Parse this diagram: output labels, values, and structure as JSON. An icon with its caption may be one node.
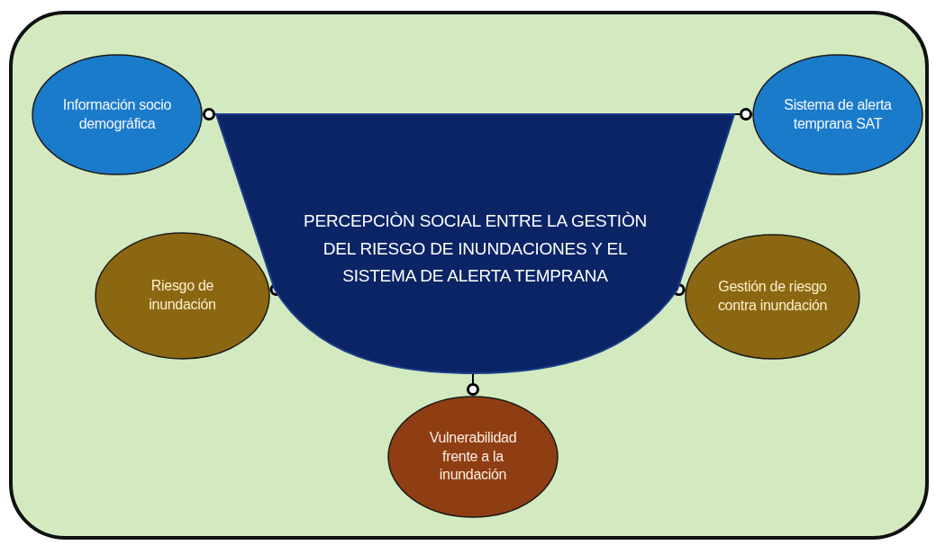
{
  "diagram": {
    "nodes": [
      {
        "text": [
          "PERCEPCIÒN SOCIAL ENTRE LA GESTIÒN DEL RIESGO DE INUNDACIONES Y EL SISTEMA DE ALERTA TEMPRANA"
        ]
      },
      {
        "text": [
          "Información socio demográfica"
        ]
      },
      {
        "text": [
          "Sistema de alerta temprana SAT"
        ]
      },
      {
        "text": [
          "Riesgo de inundación"
        ]
      },
      {
        "text": [
          "Gestión de riesgo contra inundación"
        ]
      },
      {
        "text": [
          "Vulnerabilidad frente a la inundación"
        ]
      }
    ],
    "edges": [
      {
        "from": 0,
        "to": 1,
        "arrow": "other"
      },
      {
        "from": 0,
        "to": 2,
        "arrow": "other"
      },
      {
        "from": 0,
        "to": 3,
        "arrow": "other"
      },
      {
        "from": 0,
        "to": 4,
        "arrow": "other"
      },
      {
        "from": 0,
        "to": 5,
        "arrow": "other"
      }
    ]
  }
}
